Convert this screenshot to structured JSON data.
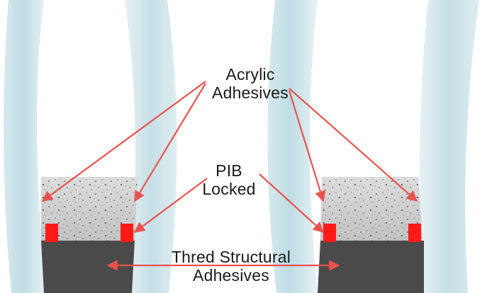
{
  "labels": {
    "acrylic": {
      "line1": "Acrylic",
      "line2": "Adhesives"
    },
    "pib": {
      "line1": "PIB",
      "line2": "Locked"
    },
    "structural": {
      "line1": "Thred Structural",
      "line2": "Adhesives"
    }
  },
  "colors": {
    "arrow": "#e8534f",
    "red_block": "#ff1a1a",
    "spacer_grey": "#cfcfcf",
    "sealant_dark": "#4a4a4a",
    "glass_tint": "#b9d9e2"
  },
  "components": [
    "glass-pane",
    "spacer-bar",
    "pib-sealant",
    "structural-sealant",
    "acrylic-adhesive-arrow",
    "pib-arrow",
    "structural-adhesive-arrow"
  ]
}
